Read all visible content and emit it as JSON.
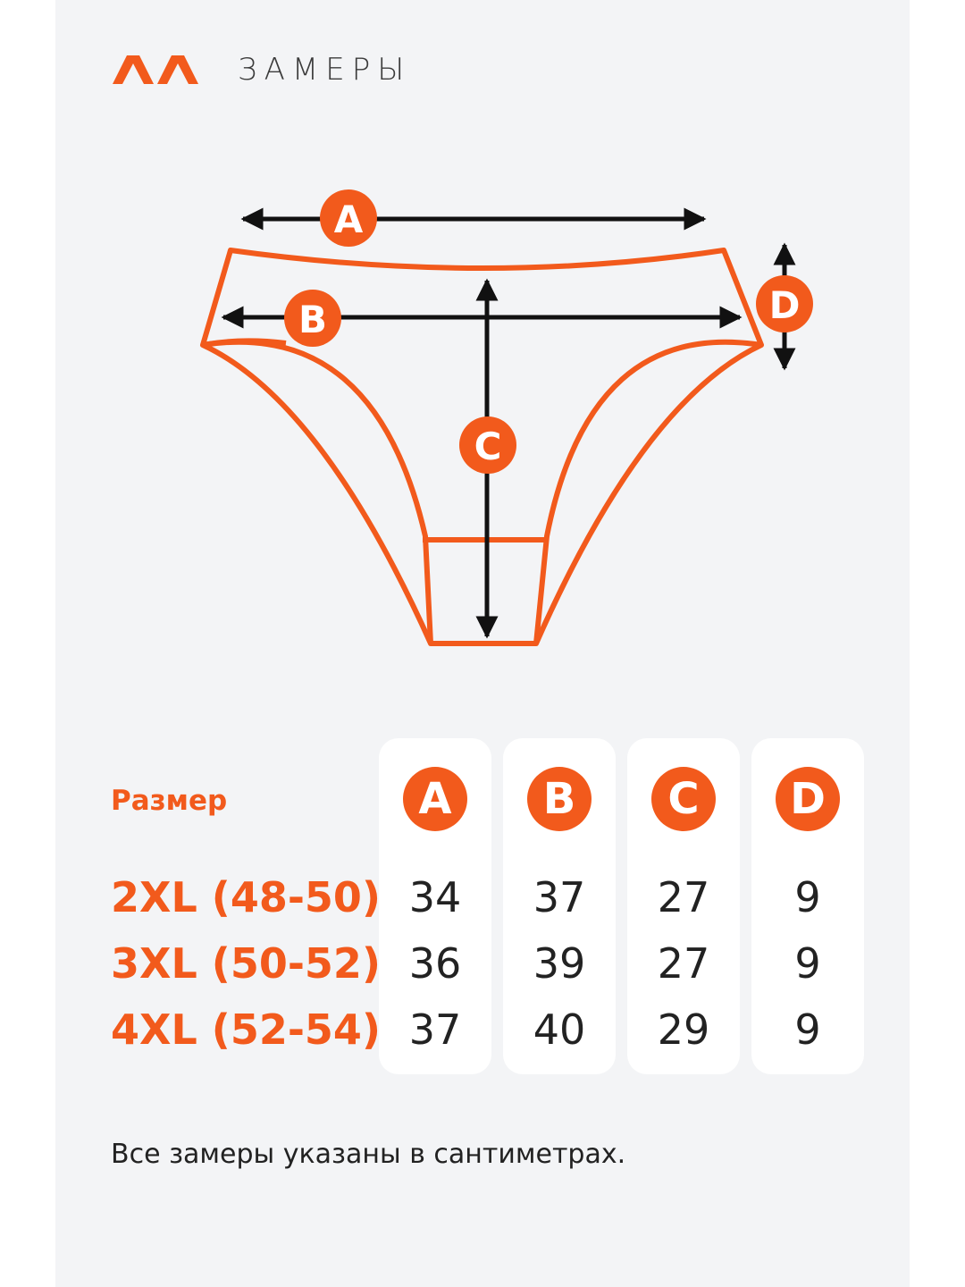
{
  "header": {
    "title": "ЗАМЕРЫ",
    "logo_icon": "double-chevron-logo"
  },
  "colors": {
    "accent": "#f25a1c",
    "text": "#222222",
    "background": "#f3f4f6",
    "column_bg": "#ffffff"
  },
  "diagram": {
    "labels": {
      "a": "A",
      "b": "B",
      "c": "C",
      "d": "D"
    }
  },
  "table": {
    "heading": "Размер",
    "columns": [
      "A",
      "B",
      "C",
      "D"
    ],
    "rows": [
      {
        "size": "2XL (48-50)",
        "values": [
          "34",
          "37",
          "27",
          "9"
        ]
      },
      {
        "size": "3XL (50-52)",
        "values": [
          "36",
          "39",
          "27",
          "9"
        ]
      },
      {
        "size": "4XL (52-54)",
        "values": [
          "37",
          "40",
          "29",
          "9"
        ]
      }
    ]
  },
  "footnote": "Все замеры указаны в сантиметрах."
}
